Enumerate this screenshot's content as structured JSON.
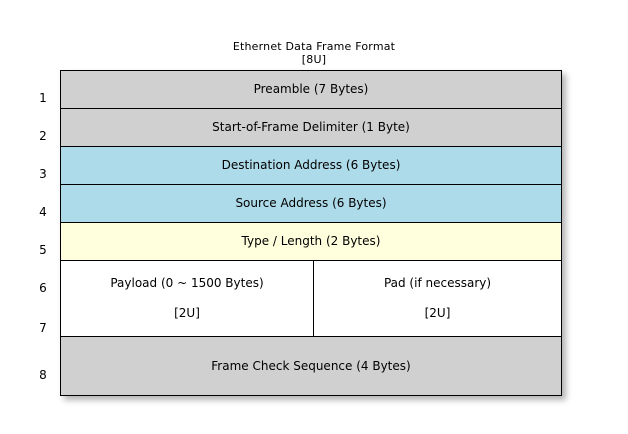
{
  "title": {
    "main": "Ethernet Data Frame Format",
    "sub": "[8U]"
  },
  "colors": {
    "background": "#ffffff",
    "gray": "#d0d0d0",
    "blue": "#aedbe9",
    "yellow": "#ffffdd",
    "white": "#ffffff",
    "border": "#000000",
    "text": "#000000"
  },
  "gutter": {
    "numbers": [
      "1",
      "2",
      "3",
      "4",
      "5",
      "6",
      "7",
      "8"
    ]
  },
  "chart_data": {
    "type": "table",
    "title": "Ethernet Data Frame Format",
    "subtitle": "[8U]",
    "rows": [
      {
        "number": "1",
        "label": "Preamble (7 Bytes)",
        "field": "Preamble",
        "size": "7 Bytes",
        "color": "#d0d0d0",
        "split": false
      },
      {
        "number": "2",
        "label": "Start-of-Frame Delimiter (1 Byte)",
        "field": "Start-of-Frame Delimiter",
        "size": "1 Byte",
        "color": "#d0d0d0",
        "split": false
      },
      {
        "number": "3",
        "label": "Destination Address (6 Bytes)",
        "field": "Destination Address",
        "size": "6 Bytes",
        "color": "#aedbe9",
        "split": false
      },
      {
        "number": "4",
        "label": "Source Address (6 Bytes)",
        "field": "Source Address",
        "size": "6 Bytes",
        "color": "#aedbe9",
        "split": false
      },
      {
        "number": "5",
        "label": "Type / Length (2 Bytes)",
        "field": "Type / Length",
        "size": "2 Bytes",
        "color": "#ffffdd",
        "split": false
      },
      {
        "number": "6,7",
        "label": "",
        "field": "Payload / Pad",
        "size": "0 ~ 1500 Bytes",
        "color": "#ffffff",
        "split": true,
        "left": {
          "label": "Payload (0 ~ 1500 Bytes)",
          "annotation": "[2U]"
        },
        "right": {
          "label": "Pad (if necessary)",
          "annotation": "[2U]"
        }
      },
      {
        "number": "8",
        "label": "Frame Check Sequence (4 Bytes)",
        "field": "Frame Check Sequence",
        "size": "4 Bytes",
        "color": "#d0d0d0",
        "split": false
      }
    ]
  }
}
